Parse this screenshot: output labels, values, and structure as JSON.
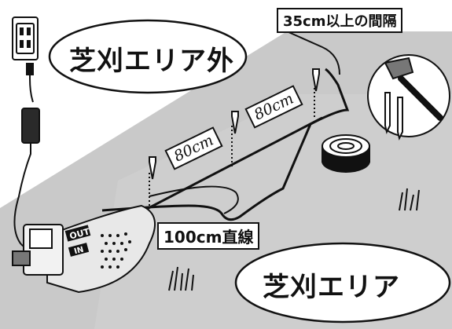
{
  "labels": {
    "outside_area": "芝刈エリア外",
    "inside_area": "芝刈エリア",
    "spacing_note": "35cm以上の間隔",
    "straight_line": "100cm直線",
    "peg_distance_1": "80cm",
    "peg_distance_2": "80cm"
  },
  "device_markings": {
    "out_label": "OUT",
    "in_label": "IN"
  },
  "colors": {
    "lawn": "#c9c9c9",
    "wire": "#111111",
    "outline": "#111111"
  },
  "icons": [
    "power-outlet-icon",
    "power-adapter-icon",
    "robot-mower-icon",
    "charging-station-icon",
    "wire-spool-icon",
    "peg-icon",
    "hammer-icon",
    "grass-icon"
  ]
}
